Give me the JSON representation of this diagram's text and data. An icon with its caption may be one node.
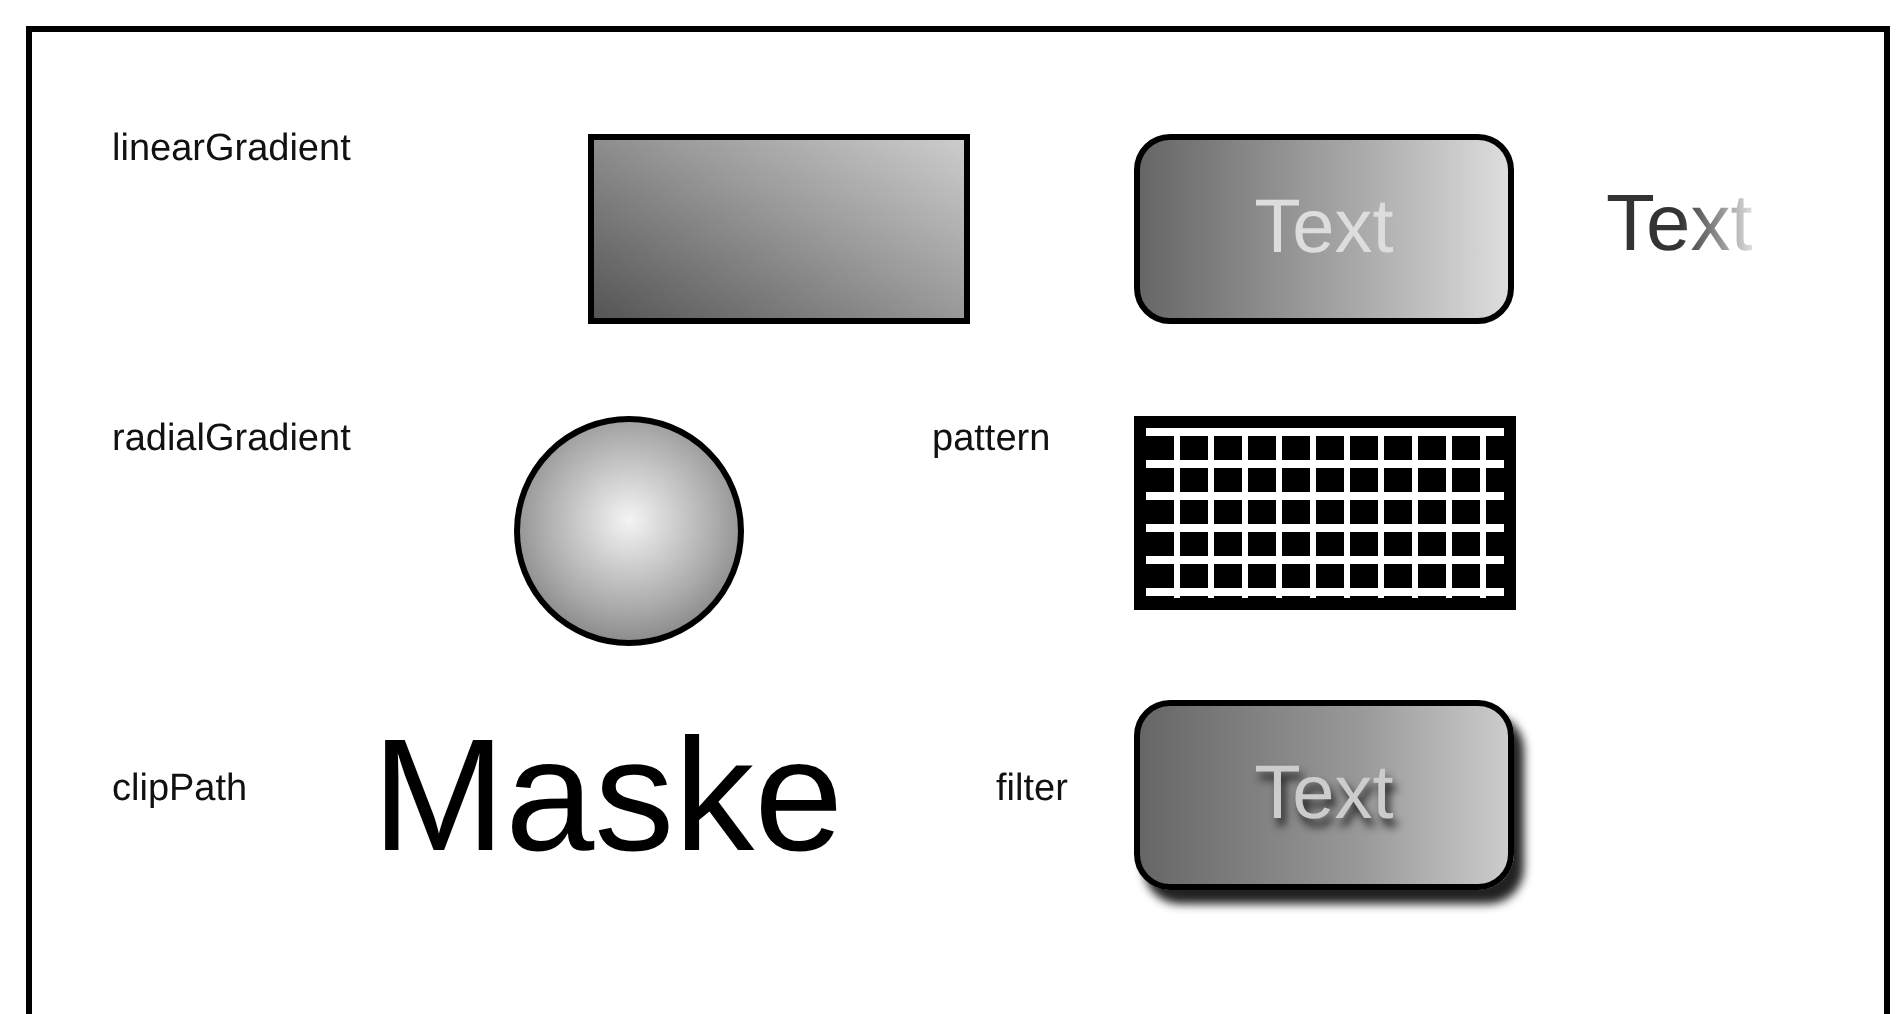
{
  "diagram": {
    "nodes": [
      {
        "text": [],
        "shape": "box"
      },
      {
        "text": [
          "Text"
        ]
      },
      {
        "text": [],
        "shape": "circle"
      },
      {
        "text": [],
        "shape": "box"
      },
      {
        "text": [
          "Text"
        ]
      }
    ],
    "edges": [],
    "labels": [
      "linearGradient",
      "Text",
      "radialGradient",
      "pattern",
      "clipPath",
      "Maske",
      "filter"
    ]
  }
}
